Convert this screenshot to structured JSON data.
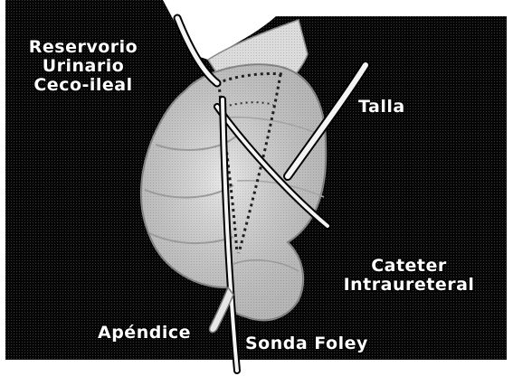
{
  "labels": {
    "reservoir": {
      "line1": "Reservorio",
      "line2": "Urinario",
      "line3": "Ceco-ileal"
    },
    "talla": "Talla",
    "catheter": {
      "line1": "Cateter",
      "line2": "Intraureteral"
    },
    "appendix": "Apéndice",
    "foley": "Sonda Foley"
  },
  "colors": {
    "background": "#050505",
    "label_text": "#ffffff",
    "organ_fill": "#d9d9d9",
    "organ_shadow": "#9d9d9d",
    "tube": "#f4f4f4",
    "suture": "#202020"
  }
}
